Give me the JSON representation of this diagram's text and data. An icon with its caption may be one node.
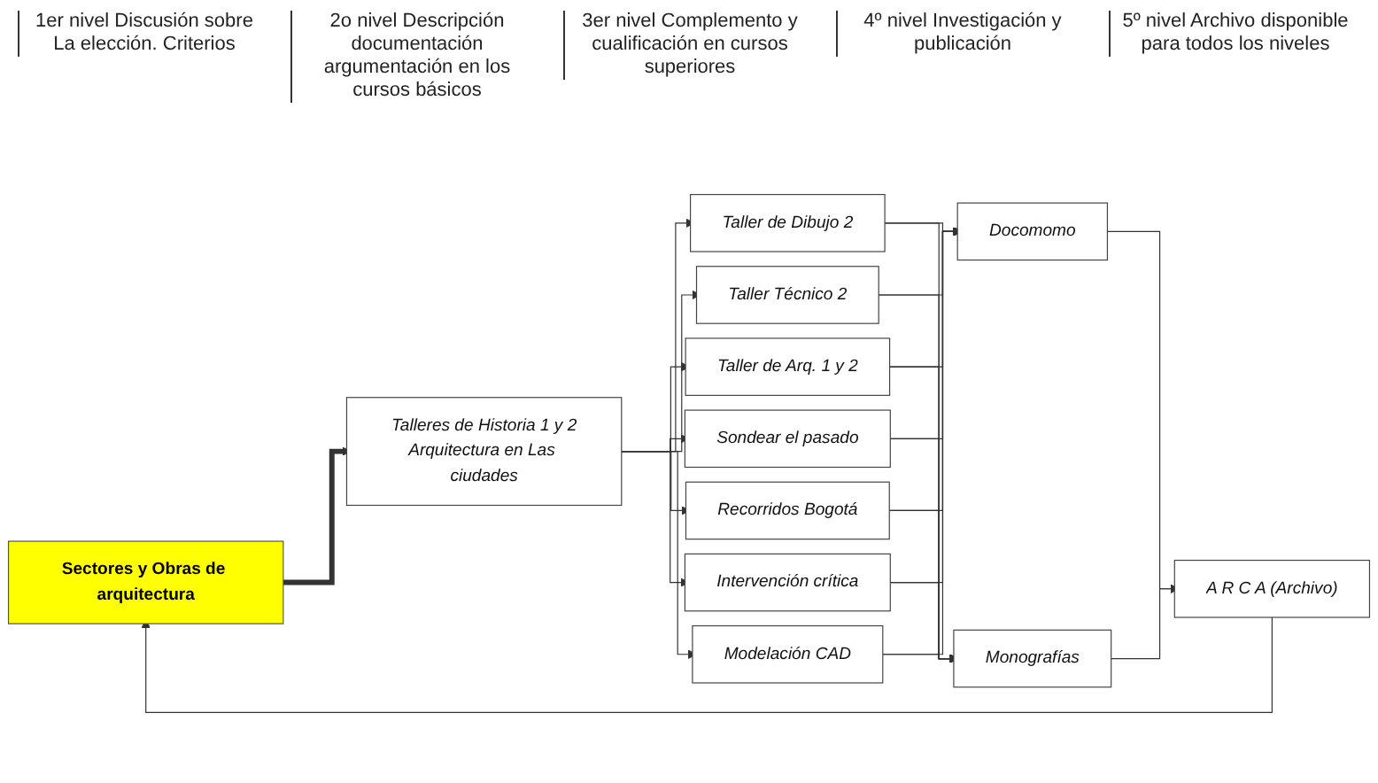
{
  "diagram": {
    "nodes": [
      {
        "text": [
          "Sectores y Obras de arquitectura"
        ]
      },
      {
        "text": [
          "Talleres de Historia 1 y 2",
          "Arquitectura en Las ciudades"
        ]
      },
      {
        "text": [
          "Taller de Dibujo 2"
        ]
      },
      {
        "text": [
          "Taller Técnico 2"
        ]
      },
      {
        "text": [
          "Taller de Arq. 1 y 2"
        ]
      },
      {
        "text": [
          "Sondear el pasado"
        ]
      },
      {
        "text": [
          "Recorridos Bogotá"
        ]
      },
      {
        "text": [
          "Intervención crítica"
        ]
      },
      {
        "text": [
          "Modelación CAD"
        ]
      },
      {
        "text": [
          "Docomomo"
        ]
      },
      {
        "text": [
          "Monografías"
        ]
      },
      {
        "text": [
          "A R C A (Archivo)"
        ]
      }
    ],
    "edges": [
      {
        "from": 0,
        "to": 1,
        "arrow": "to",
        "style": "thick"
      },
      {
        "from": 1,
        "to": 2,
        "arrow": "to"
      },
      {
        "from": 1,
        "to": 3,
        "arrow": "to"
      },
      {
        "from": 1,
        "to": 4,
        "arrow": "to"
      },
      {
        "from": 1,
        "to": 5,
        "arrow": "to"
      },
      {
        "from": 1,
        "to": 6,
        "arrow": "to"
      },
      {
        "from": 1,
        "to": 7,
        "arrow": "to"
      },
      {
        "from": 1,
        "to": 8,
        "arrow": "to"
      },
      {
        "from": 2,
        "to": 9,
        "arrow": "to"
      },
      {
        "from": 3,
        "to": 9,
        "arrow": "to"
      },
      {
        "from": 4,
        "to": 9,
        "arrow": "to"
      },
      {
        "from": 5,
        "to": 9,
        "arrow": "to"
      },
      {
        "from": 6,
        "to": 9,
        "arrow": "to"
      },
      {
        "from": 7,
        "to": 9,
        "arrow": "to"
      },
      {
        "from": 8,
        "to": 9,
        "arrow": "to"
      },
      {
        "from": 2,
        "to": 10,
        "arrow": "to"
      },
      {
        "from": 3,
        "to": 10,
        "arrow": "to"
      },
      {
        "from": 4,
        "to": 10,
        "arrow": "to"
      },
      {
        "from": 5,
        "to": 10,
        "arrow": "to"
      },
      {
        "from": 6,
        "to": 10,
        "arrow": "to"
      },
      {
        "from": 7,
        "to": 10,
        "arrow": "to"
      },
      {
        "from": 8,
        "to": 10,
        "arrow": "to"
      },
      {
        "from": 9,
        "to": 11,
        "arrow": "to"
      },
      {
        "from": 10,
        "to": 11,
        "arrow": "to"
      },
      {
        "from": 11,
        "to": 0,
        "arrow": "to"
      }
    ],
    "labels": [
      "1er nivel Discusión sobre La elección. Criterios",
      "2o nivel Descripción documentación argumentación en los cursos básicos",
      "3er nivel Complemento y cualificación en cursos superiores",
      "4º nivel Investigación y publicación",
      "5º nivel Archivo disponible para todos los niveles"
    ]
  }
}
